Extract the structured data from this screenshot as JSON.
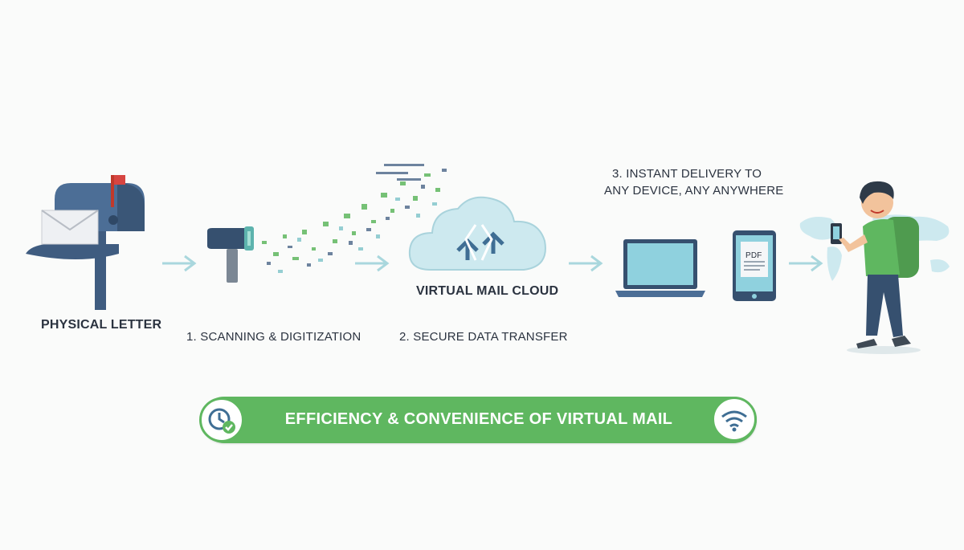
{
  "steps": {
    "physical_letter": "PHYSICAL LETTER",
    "scanning": "1. SCANNING & DIGITIZATION",
    "transfer": "2. SECURE DATA TRANSFER",
    "cloud": "VIRTUAL MAIL CLOUD",
    "delivery_line1": "3. INSTANT DELIVERY TO",
    "delivery_line2": "ANY DEVICE, ANY ANYWHERE"
  },
  "device": {
    "pdf_label": "PDF"
  },
  "banner": {
    "text": "EFFICIENCY & CONVENIENCE OF VIRTUAL MAIL"
  },
  "colors": {
    "accent_green": "#5fb760",
    "arrow": "#a9d7dd",
    "mailbox_blue": "#3f5c80",
    "cloud": "#cde9ef"
  }
}
